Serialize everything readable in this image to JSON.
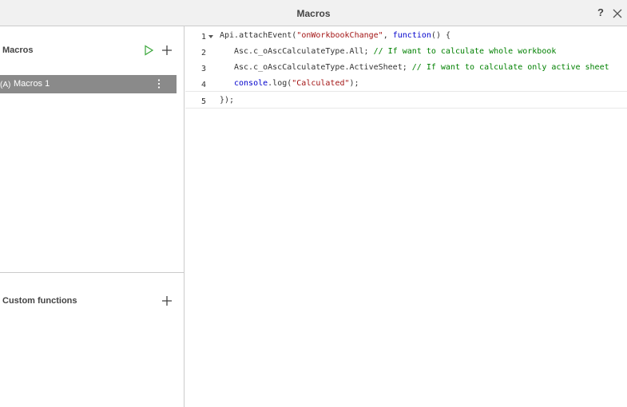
{
  "window": {
    "title": "Macros",
    "help": "?"
  },
  "sidebar": {
    "macros_title": "Macros",
    "macros": [
      {
        "auto": "(A)",
        "name": "Macros 1"
      }
    ],
    "custom_functions_title": "Custom functions"
  },
  "editor": {
    "lines": [
      {
        "n": "1",
        "parts": {
          "a": "Api.attachEvent(",
          "b": "\"onWorkbookChange\"",
          "c": ", ",
          "d": "function",
          "e": "() {"
        }
      },
      {
        "n": "2",
        "parts": {
          "a": "Asc.c_oAscCalculateType.All; ",
          "b": "// If want to calculate whole workbook"
        }
      },
      {
        "n": "3",
        "parts": {
          "a": "Asc.c_oAscCalculateType.ActiveSheet; ",
          "b": "// If want to calculate only active sheet"
        }
      },
      {
        "n": "4",
        "parts": {
          "a": "console",
          "b": ".log(",
          "c": "\"Calculated\"",
          "d": ");"
        }
      },
      {
        "n": "5",
        "parts": {
          "a": "});"
        }
      }
    ]
  },
  "colors": {
    "run": "#3aa63a",
    "selection": "#8a8a8a",
    "string": "#a31515",
    "keyword": "#0000cc",
    "comment": "#008000"
  }
}
